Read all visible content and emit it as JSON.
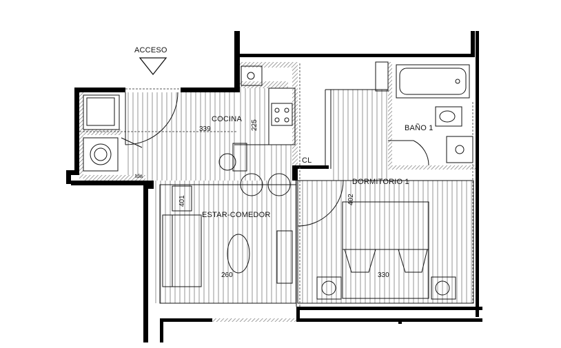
{
  "access": {
    "label": "ACCESO"
  },
  "rooms": {
    "kitchen": "COCINA",
    "bathroom": "BAÑO 1",
    "closet": "CL",
    "bedroom": "DORMITORIO 1",
    "living": "ESTAR-COMEDOR"
  },
  "dimensions": {
    "kitchen_width": "339",
    "kitchen_depth": "225",
    "living_depth": "401",
    "bedroom_depth": "402",
    "living_width": "260",
    "bedroom_width": "330"
  },
  "misc": {
    "tda": "tda"
  },
  "colors": {
    "wall": "#000000",
    "hatch": "#9a9a9a",
    "line": "#111111",
    "background": "#ffffff"
  }
}
